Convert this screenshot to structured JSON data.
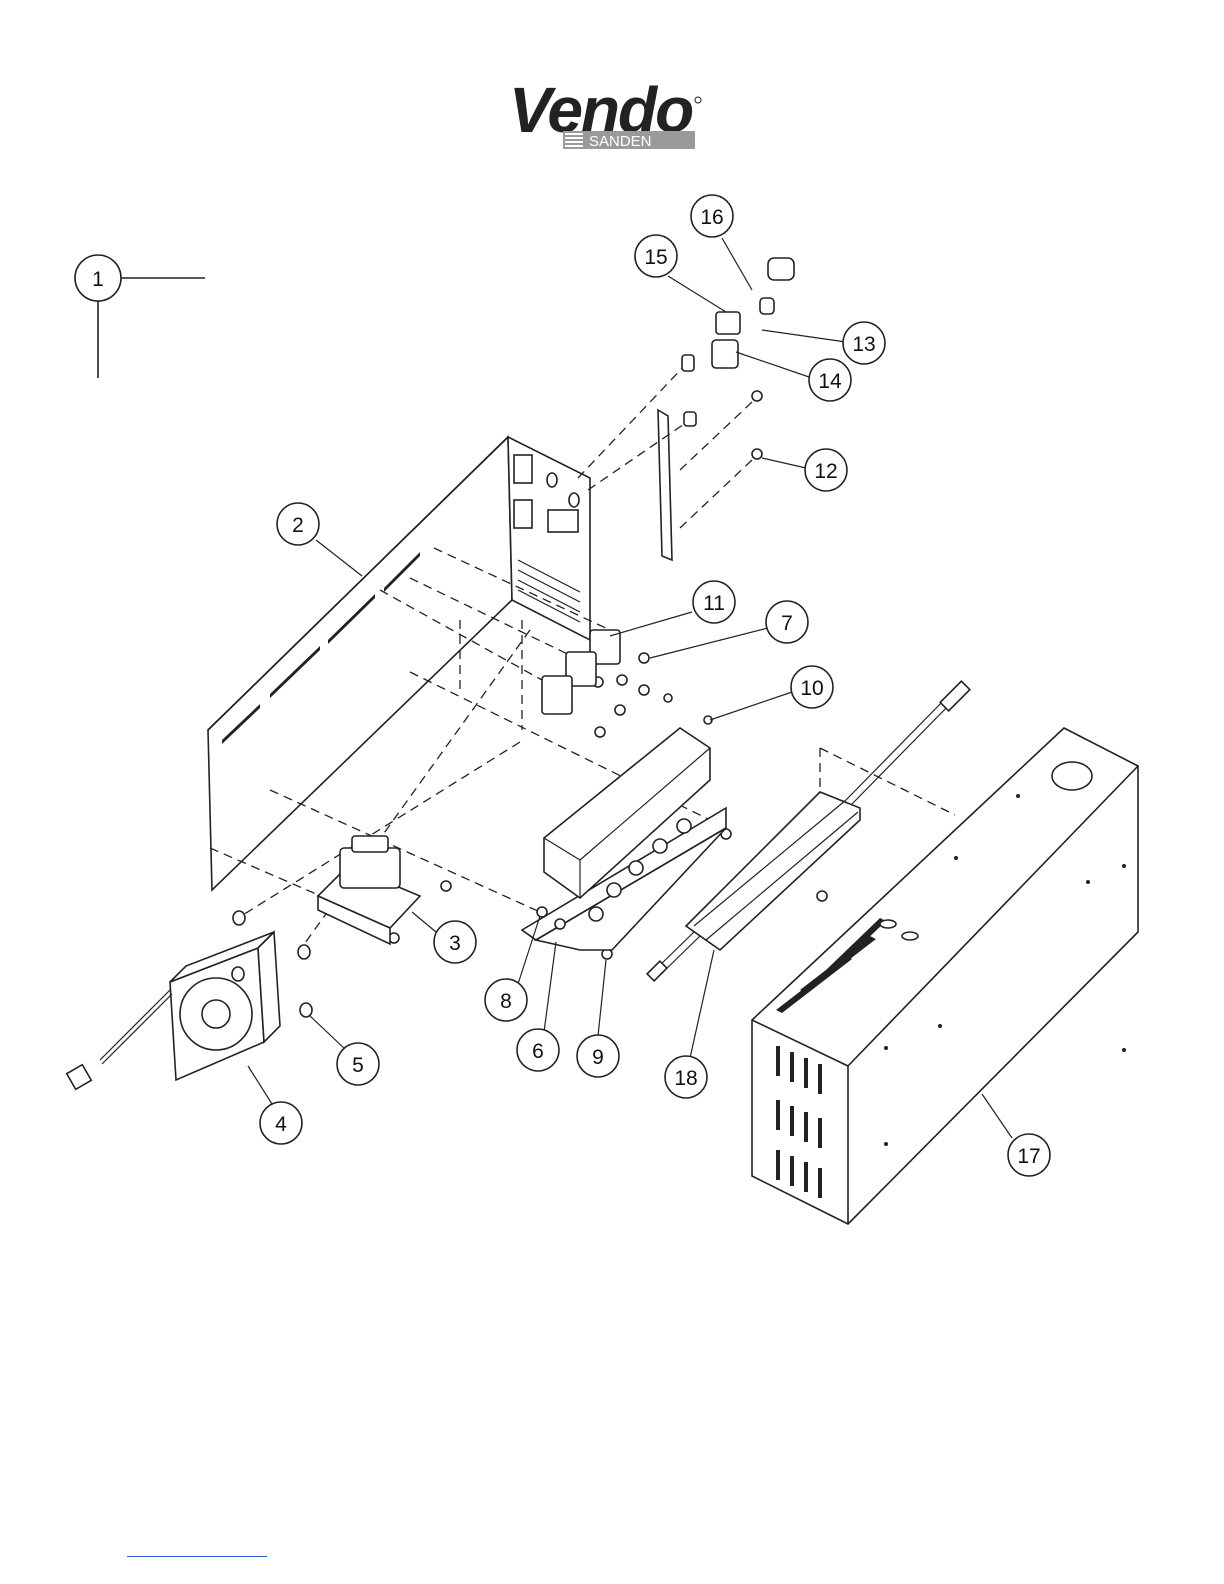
{
  "logo": {
    "brand": "Vendo",
    "sub_brand": "SANDEN",
    "brand_color": "#222222",
    "bar_color": "#9a9a9a"
  },
  "callouts": [
    {
      "label": "1"
    },
    {
      "label": "2"
    },
    {
      "label": "3"
    },
    {
      "label": "4"
    },
    {
      "label": "5"
    },
    {
      "label": "6"
    },
    {
      "label": "7"
    },
    {
      "label": "8"
    },
    {
      "label": "9"
    },
    {
      "label": "10"
    },
    {
      "label": "11"
    },
    {
      "label": "12"
    },
    {
      "label": "13"
    },
    {
      "label": "14"
    },
    {
      "label": "15"
    },
    {
      "label": "16"
    },
    {
      "label": "17"
    },
    {
      "label": "18"
    }
  ],
  "footer": {
    "rule_color": "#2f5fd0"
  }
}
